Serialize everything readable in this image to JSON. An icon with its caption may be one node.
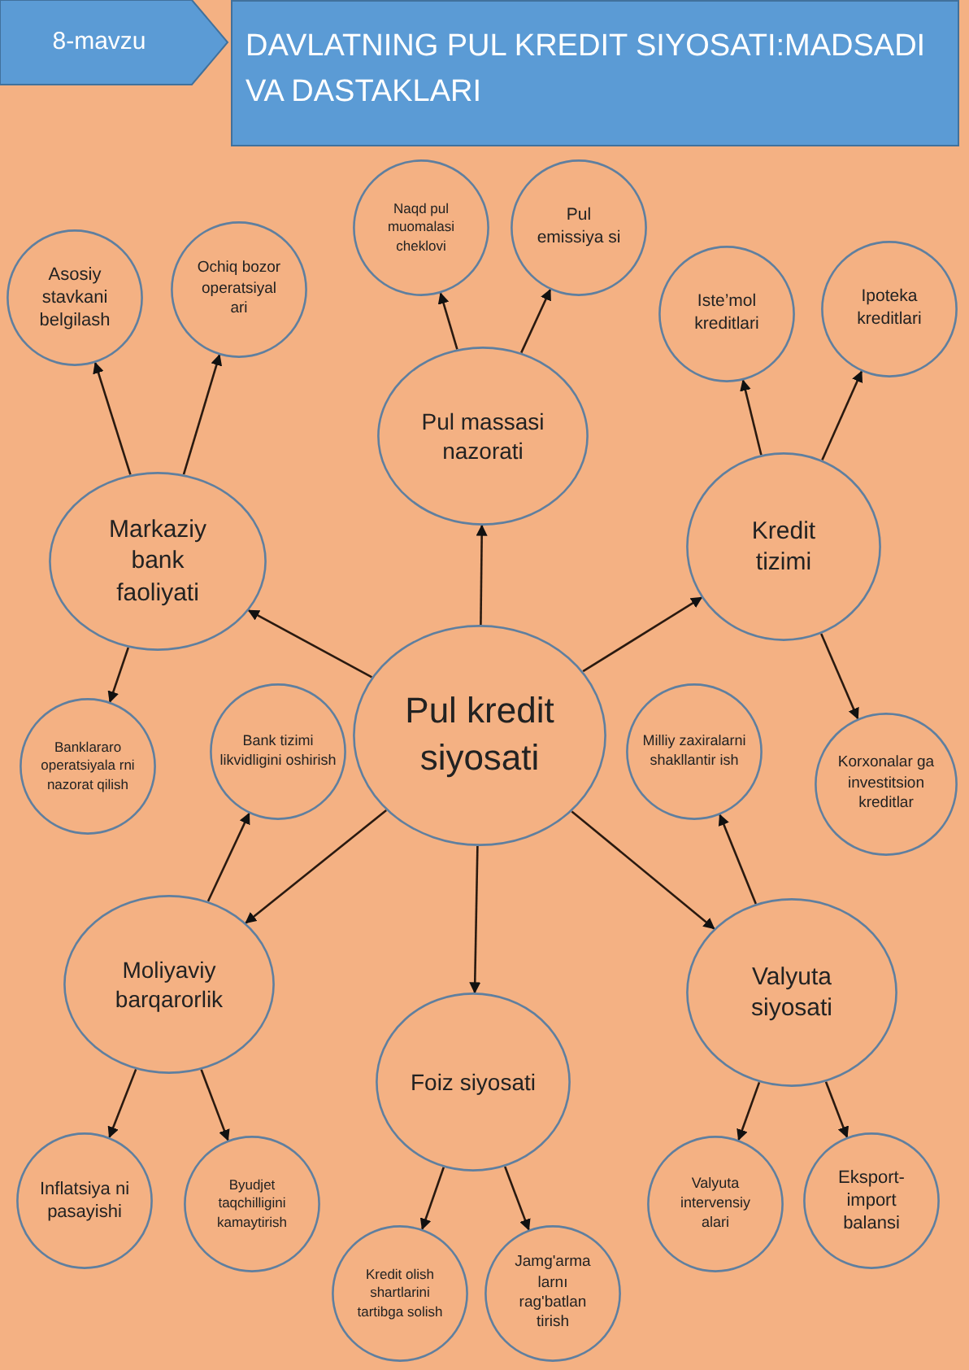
{
  "diagram": {
    "title": "DAVLATNING PUL KREDIT SIYOSATI:MADSADI VA DASTAKLARI",
    "nodes": [
      {
        "text": [
          "8-mavzu"
        ]
      },
      {
        "text": [
          "Pul kredit siyosati"
        ]
      },
      {
        "text": [
          "Markaziy bank faoliyati"
        ]
      },
      {
        "text": [
          "Asosiy stavkani belgilash"
        ]
      },
      {
        "text": [
          "Ochiq bozor operatsiyal ari"
        ]
      },
      {
        "text": [
          "Banklararo operatsiyala rni nazorat qilish"
        ]
      },
      {
        "text": [
          "Pul massasi nazorati"
        ]
      },
      {
        "text": [
          "Naqd pul muomalasi cheklovi"
        ]
      },
      {
        "text": [
          "Pul emissiya si"
        ]
      },
      {
        "text": [
          "Kredit tizimi"
        ]
      },
      {
        "text": [
          "Iste’mol kreditlari"
        ]
      },
      {
        "text": [
          "Ipoteka kreditlari"
        ]
      },
      {
        "text": [
          "Korxonalar ga investitsion kreditlar"
        ]
      },
      {
        "text": [
          "Moliyaviy barqarorlik"
        ]
      },
      {
        "text": [
          "Bank tizimi likvidligini oshirish"
        ]
      },
      {
        "text": [
          "Inflatsiya ni pasayishi"
        ]
      },
      {
        "text": [
          "Byudjet taqchilligini kamaytirish"
        ]
      },
      {
        "text": [
          "Foiz siyosati"
        ]
      },
      {
        "text": [
          "Kredit olish shartlarini tartibga solish"
        ]
      },
      {
        "text": [
          "Jamg'arma larnı rag'batlan tirish"
        ]
      },
      {
        "text": [
          "Valyuta siyosati"
        ]
      },
      {
        "text": [
          "Milliy zaxiralarni shakllantir ish"
        ]
      },
      {
        "text": [
          "Valyuta intervensiy alari"
        ]
      },
      {
        "text": [
          "Eksport- import balansi"
        ]
      }
    ],
    "edges": [
      {
        "from": 1,
        "to": 2,
        "arrow": "to"
      },
      {
        "from": 1,
        "to": 6,
        "arrow": "to"
      },
      {
        "from": 1,
        "to": 9,
        "arrow": "to"
      },
      {
        "from": 1,
        "to": 13,
        "arrow": "to"
      },
      {
        "from": 1,
        "to": 17,
        "arrow": "to"
      },
      {
        "from": 1,
        "to": 20,
        "arrow": "to"
      },
      {
        "from": 2,
        "to": 3,
        "arrow": "to"
      },
      {
        "from": 2,
        "to": 4,
        "arrow": "to"
      },
      {
        "from": 2,
        "to": 5,
        "arrow": "to"
      },
      {
        "from": 6,
        "to": 7,
        "arrow": "to"
      },
      {
        "from": 6,
        "to": 8,
        "arrow": "to"
      },
      {
        "from": 9,
        "to": 10,
        "arrow": "to"
      },
      {
        "from": 9,
        "to": 11,
        "arrow": "to"
      },
      {
        "from": 9,
        "to": 12,
        "arrow": "to"
      },
      {
        "from": 13,
        "to": 14,
        "arrow": "to"
      },
      {
        "from": 13,
        "to": 15,
        "arrow": "to"
      },
      {
        "from": 13,
        "to": 16,
        "arrow": "to"
      },
      {
        "from": 17,
        "to": 18,
        "arrow": "to"
      },
      {
        "from": 17,
        "to": 19,
        "arrow": "to"
      },
      {
        "from": 20,
        "to": 21,
        "arrow": "to"
      },
      {
        "from": 20,
        "to": 22,
        "arrow": "to"
      },
      {
        "from": 20,
        "to": 23,
        "arrow": "to"
      }
    ]
  }
}
